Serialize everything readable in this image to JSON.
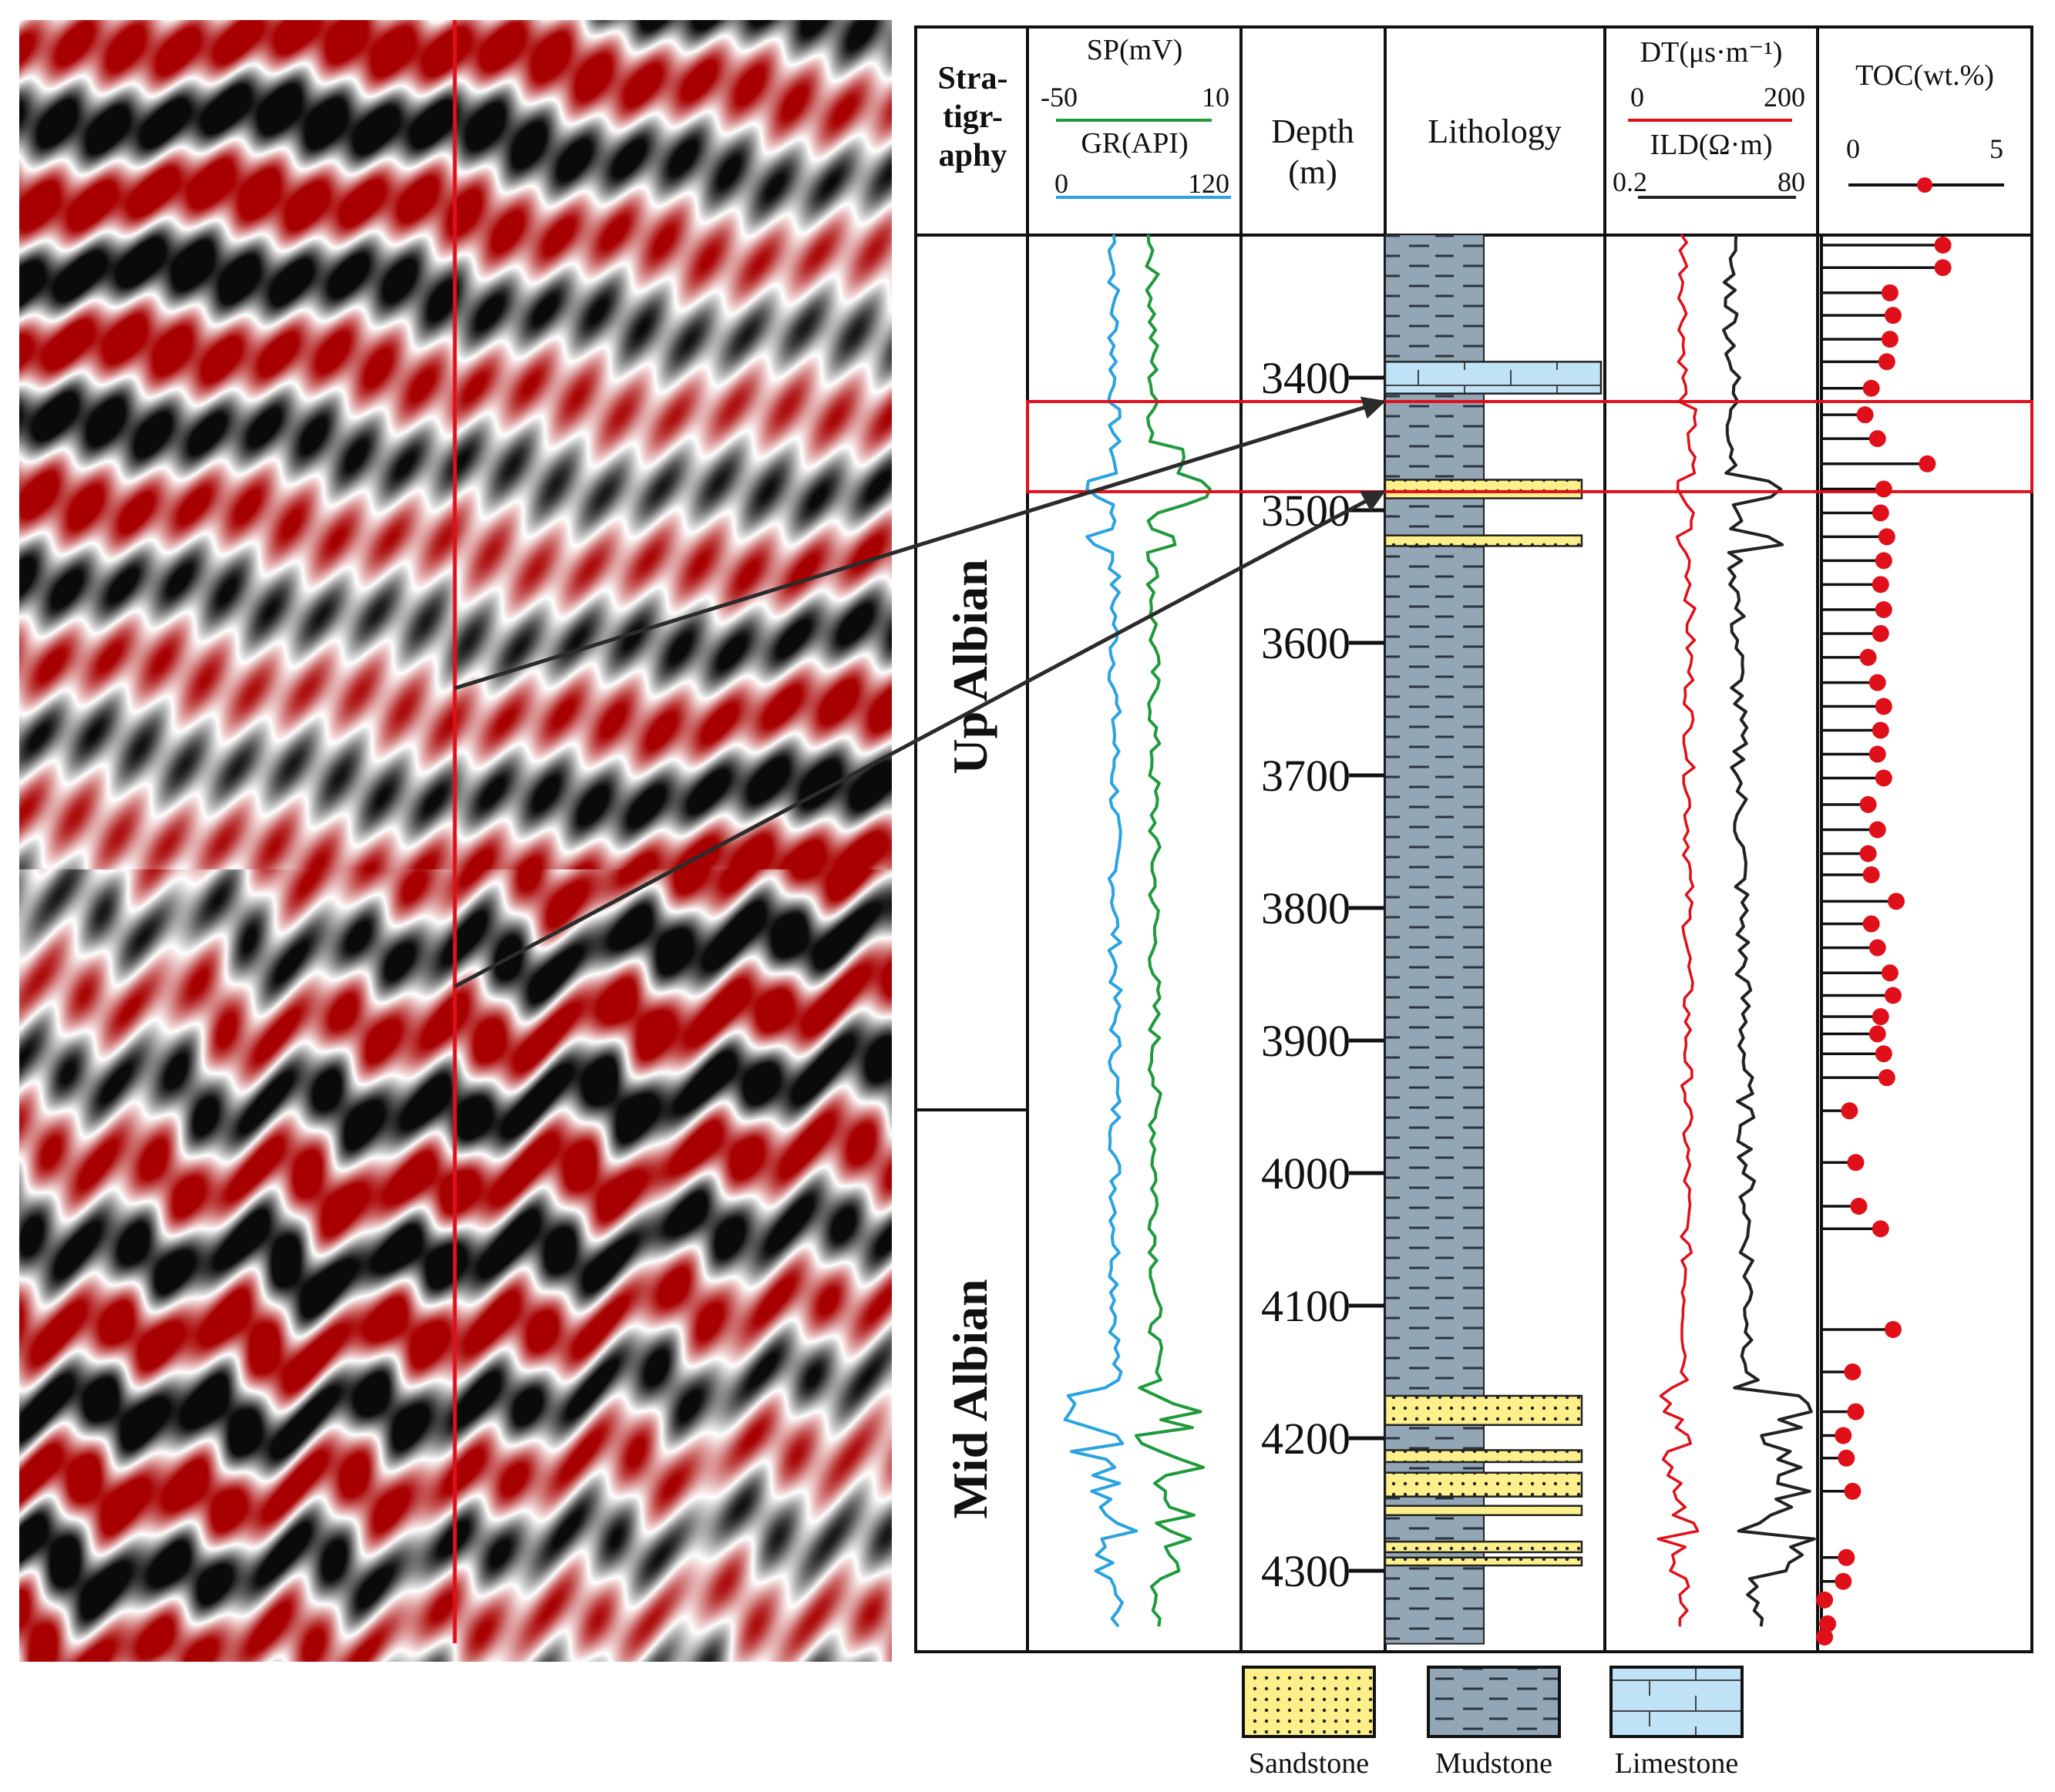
{
  "seismic": {
    "trace_color": "#e0101a",
    "colors": {
      "positive": "#a80000",
      "negative": "#0a0a0a",
      "background": "#ffffff"
    }
  },
  "log_panel": {
    "columns": {
      "stratigraphy": {
        "lines": [
          "Stra-",
          "tigr-",
          "aphy"
        ]
      },
      "sp_gr": {
        "sp_title": "SP(mV)",
        "sp_min": "-50",
        "sp_max": "10",
        "sp_color": "#1f9a3c",
        "gr_title": "GR(API)",
        "gr_min": "0",
        "gr_max": "120",
        "gr_color": "#2aa3e0"
      },
      "depth": {
        "title": "Depth",
        "unit": "(m)"
      },
      "lithology": {
        "title": "Lithology"
      },
      "dt_ild": {
        "dt_title": "DT(μs·m⁻¹)",
        "dt_min": "0",
        "dt_max": "200",
        "dt_color": "#e0101a",
        "ild_title": "ILD(Ω·m)",
        "ild_min": "0.2",
        "ild_max": "80",
        "ild_color": "#222222"
      },
      "toc": {
        "title": "TOC(wt.%)",
        "min": "0",
        "max": "5",
        "color": "#e0101a"
      }
    },
    "stratigraphy_units": [
      {
        "name": "Up Albian",
        "top_m": 3290,
        "base_m": 3945
      },
      {
        "name": "Mid Albian",
        "top_m": 3945,
        "base_m": 4355
      }
    ],
    "depth_ticks": [
      "3400",
      "3500",
      "3600",
      "3700",
      "3800",
      "3900",
      "4000",
      "4100",
      "4200",
      "4300"
    ],
    "depth_range_m": [
      3292,
      4355
    ],
    "lithology": {
      "base": "Mudstone",
      "beds": [
        {
          "type": "Limestone",
          "top_m": 3388,
          "base_m": 3412
        },
        {
          "type": "Sandstone",
          "top_m": 3477,
          "base_m": 3491
        },
        {
          "type": "Sandstone",
          "top_m": 3519,
          "base_m": 3527
        },
        {
          "type": "Sandstone",
          "top_m": 4168,
          "base_m": 4190
        },
        {
          "type": "Sandstone",
          "top_m": 4209,
          "base_m": 4218
        },
        {
          "type": "Sandstone",
          "top_m": 4226,
          "base_m": 4244
        },
        {
          "type": "Sandstone",
          "top_m": 4251,
          "base_m": 4258
        },
        {
          "type": "Sandstone",
          "top_m": 4278,
          "base_m": 4286
        },
        {
          "type": "Sandstone",
          "top_m": 4290,
          "base_m": 4296
        }
      ]
    },
    "highlight_interval_m": [
      3418,
      3486
    ],
    "toc_samples": [
      {
        "depth_m": 3300,
        "toc": 3.9
      },
      {
        "depth_m": 3317,
        "toc": 3.9
      },
      {
        "depth_m": 3336,
        "toc": 2.2
      },
      {
        "depth_m": 3353,
        "toc": 2.3
      },
      {
        "depth_m": 3371,
        "toc": 2.2
      },
      {
        "depth_m": 3388,
        "toc": 2.1
      },
      {
        "depth_m": 3408,
        "toc": 1.6
      },
      {
        "depth_m": 3428,
        "toc": 1.4
      },
      {
        "depth_m": 3446,
        "toc": 1.8
      },
      {
        "depth_m": 3465,
        "toc": 3.4
      },
      {
        "depth_m": 3484,
        "toc": 2.0
      },
      {
        "depth_m": 3502,
        "toc": 1.9
      },
      {
        "depth_m": 3520,
        "toc": 2.1
      },
      {
        "depth_m": 3538,
        "toc": 2.0
      },
      {
        "depth_m": 3556,
        "toc": 1.9
      },
      {
        "depth_m": 3575,
        "toc": 2.0
      },
      {
        "depth_m": 3593,
        "toc": 1.9
      },
      {
        "depth_m": 3611,
        "toc": 1.5
      },
      {
        "depth_m": 3630,
        "toc": 1.8
      },
      {
        "depth_m": 3648,
        "toc": 2.0
      },
      {
        "depth_m": 3666,
        "toc": 1.9
      },
      {
        "depth_m": 3684,
        "toc": 1.8
      },
      {
        "depth_m": 3702,
        "toc": 2.0
      },
      {
        "depth_m": 3722,
        "toc": 1.5
      },
      {
        "depth_m": 3741,
        "toc": 1.8
      },
      {
        "depth_m": 3759,
        "toc": 1.5
      },
      {
        "depth_m": 3775,
        "toc": 1.6
      },
      {
        "depth_m": 3795,
        "toc": 2.4
      },
      {
        "depth_m": 3812,
        "toc": 1.6
      },
      {
        "depth_m": 3830,
        "toc": 1.8
      },
      {
        "depth_m": 3849,
        "toc": 2.2
      },
      {
        "depth_m": 3866,
        "toc": 2.3
      },
      {
        "depth_m": 3882,
        "toc": 1.9
      },
      {
        "depth_m": 3895,
        "toc": 1.8
      },
      {
        "depth_m": 3910,
        "toc": 2.0
      },
      {
        "depth_m": 3928,
        "toc": 2.1
      },
      {
        "depth_m": 3953,
        "toc": 0.9
      },
      {
        "depth_m": 3992,
        "toc": 1.1
      },
      {
        "depth_m": 4025,
        "toc": 1.2
      },
      {
        "depth_m": 4042,
        "toc": 1.9
      },
      {
        "depth_m": 4118,
        "toc": 2.3
      },
      {
        "depth_m": 4150,
        "toc": 1.0
      },
      {
        "depth_m": 4180,
        "toc": 1.1
      },
      {
        "depth_m": 4198,
        "toc": 0.7
      },
      {
        "depth_m": 4215,
        "toc": 0.8
      },
      {
        "depth_m": 4240,
        "toc": 1.0
      },
      {
        "depth_m": 4290,
        "toc": 0.8
      },
      {
        "depth_m": 4308,
        "toc": 0.7
      },
      {
        "depth_m": 4322,
        "toc": 0.1
      },
      {
        "depth_m": 4340,
        "toc": 0.2
      },
      {
        "depth_m": 4350,
        "toc": 0.1
      }
    ]
  },
  "legend": [
    {
      "label": "Sandstone",
      "fill": "#fdf08a"
    },
    {
      "label": "Mudstone",
      "fill": "#93a6b5"
    },
    {
      "label": "Limestone",
      "fill": "#bfe2f7"
    }
  ]
}
